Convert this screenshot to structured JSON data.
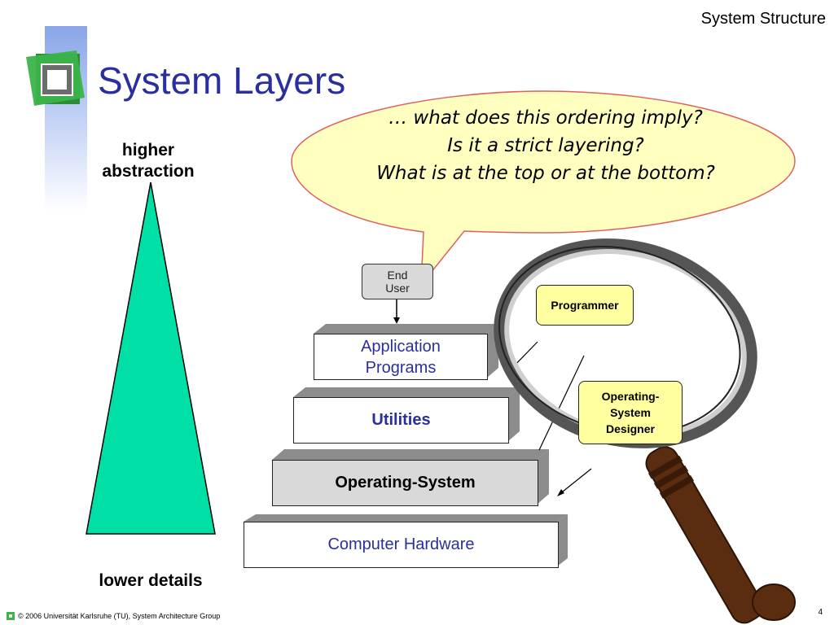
{
  "header": {
    "section": "System Structure",
    "title": "System Layers"
  },
  "axis": {
    "top_label": "higher abstraction",
    "bottom_label": "lower details"
  },
  "bubble": {
    "lines": [
      "… what does this ordering imply?",
      "Is it a strict layering?",
      "What is at the top or at the bottom?"
    ]
  },
  "enduser": {
    "label_line1": "End",
    "label_line2": "User"
  },
  "layers": {
    "app_line1": "Application",
    "app_line2": "Programs",
    "utilities": "Utilities",
    "os": "Operating-System",
    "hardware": "Computer Hardware"
  },
  "notes": {
    "programmer": "Programmer",
    "os_designer_line1": "Operating-",
    "os_designer_line2": "System",
    "os_designer_line3": "Designer"
  },
  "footer": {
    "copyright": "© 2006 Universität Karlsruhe (TU), System Architecture Group",
    "page": "4"
  },
  "colors": {
    "title": "#2b2f9e",
    "triangle": "#00e0a6",
    "bubble": "#ffffc0",
    "note": "#ffffa0",
    "logo": "#3cb44a",
    "handle": "#5a2d10"
  }
}
